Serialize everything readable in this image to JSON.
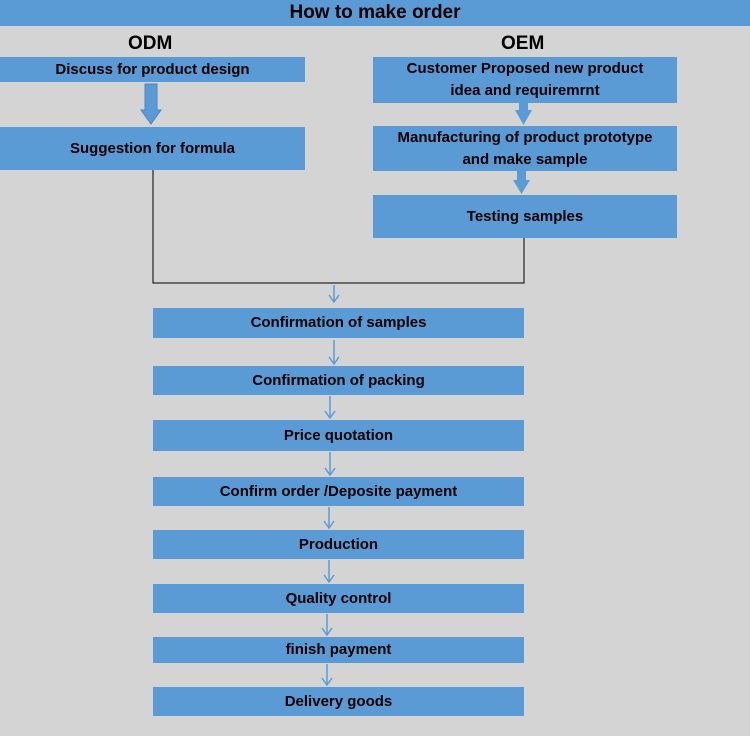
{
  "title": "How to make order",
  "odm": {
    "heading": "ODM",
    "steps": [
      "Discuss for product design",
      "Suggestion for formula"
    ]
  },
  "oem": {
    "heading": "OEM",
    "steps": [
      "Customer Proposed new product\nidea and requiremrnt",
      "Manufacturing of product prototype\nand make sample",
      "Testing samples"
    ]
  },
  "common_steps": [
    "Confirmation of samples",
    "Confirmation of packing",
    "Price quotation",
    "Confirm order /Deposite payment",
    "Production",
    "Quality control",
    "finish payment",
    "Delivery goods"
  ],
  "colors": {
    "box": "#5b9bd5",
    "background": "#d4d4d4",
    "connector": "#000000"
  }
}
